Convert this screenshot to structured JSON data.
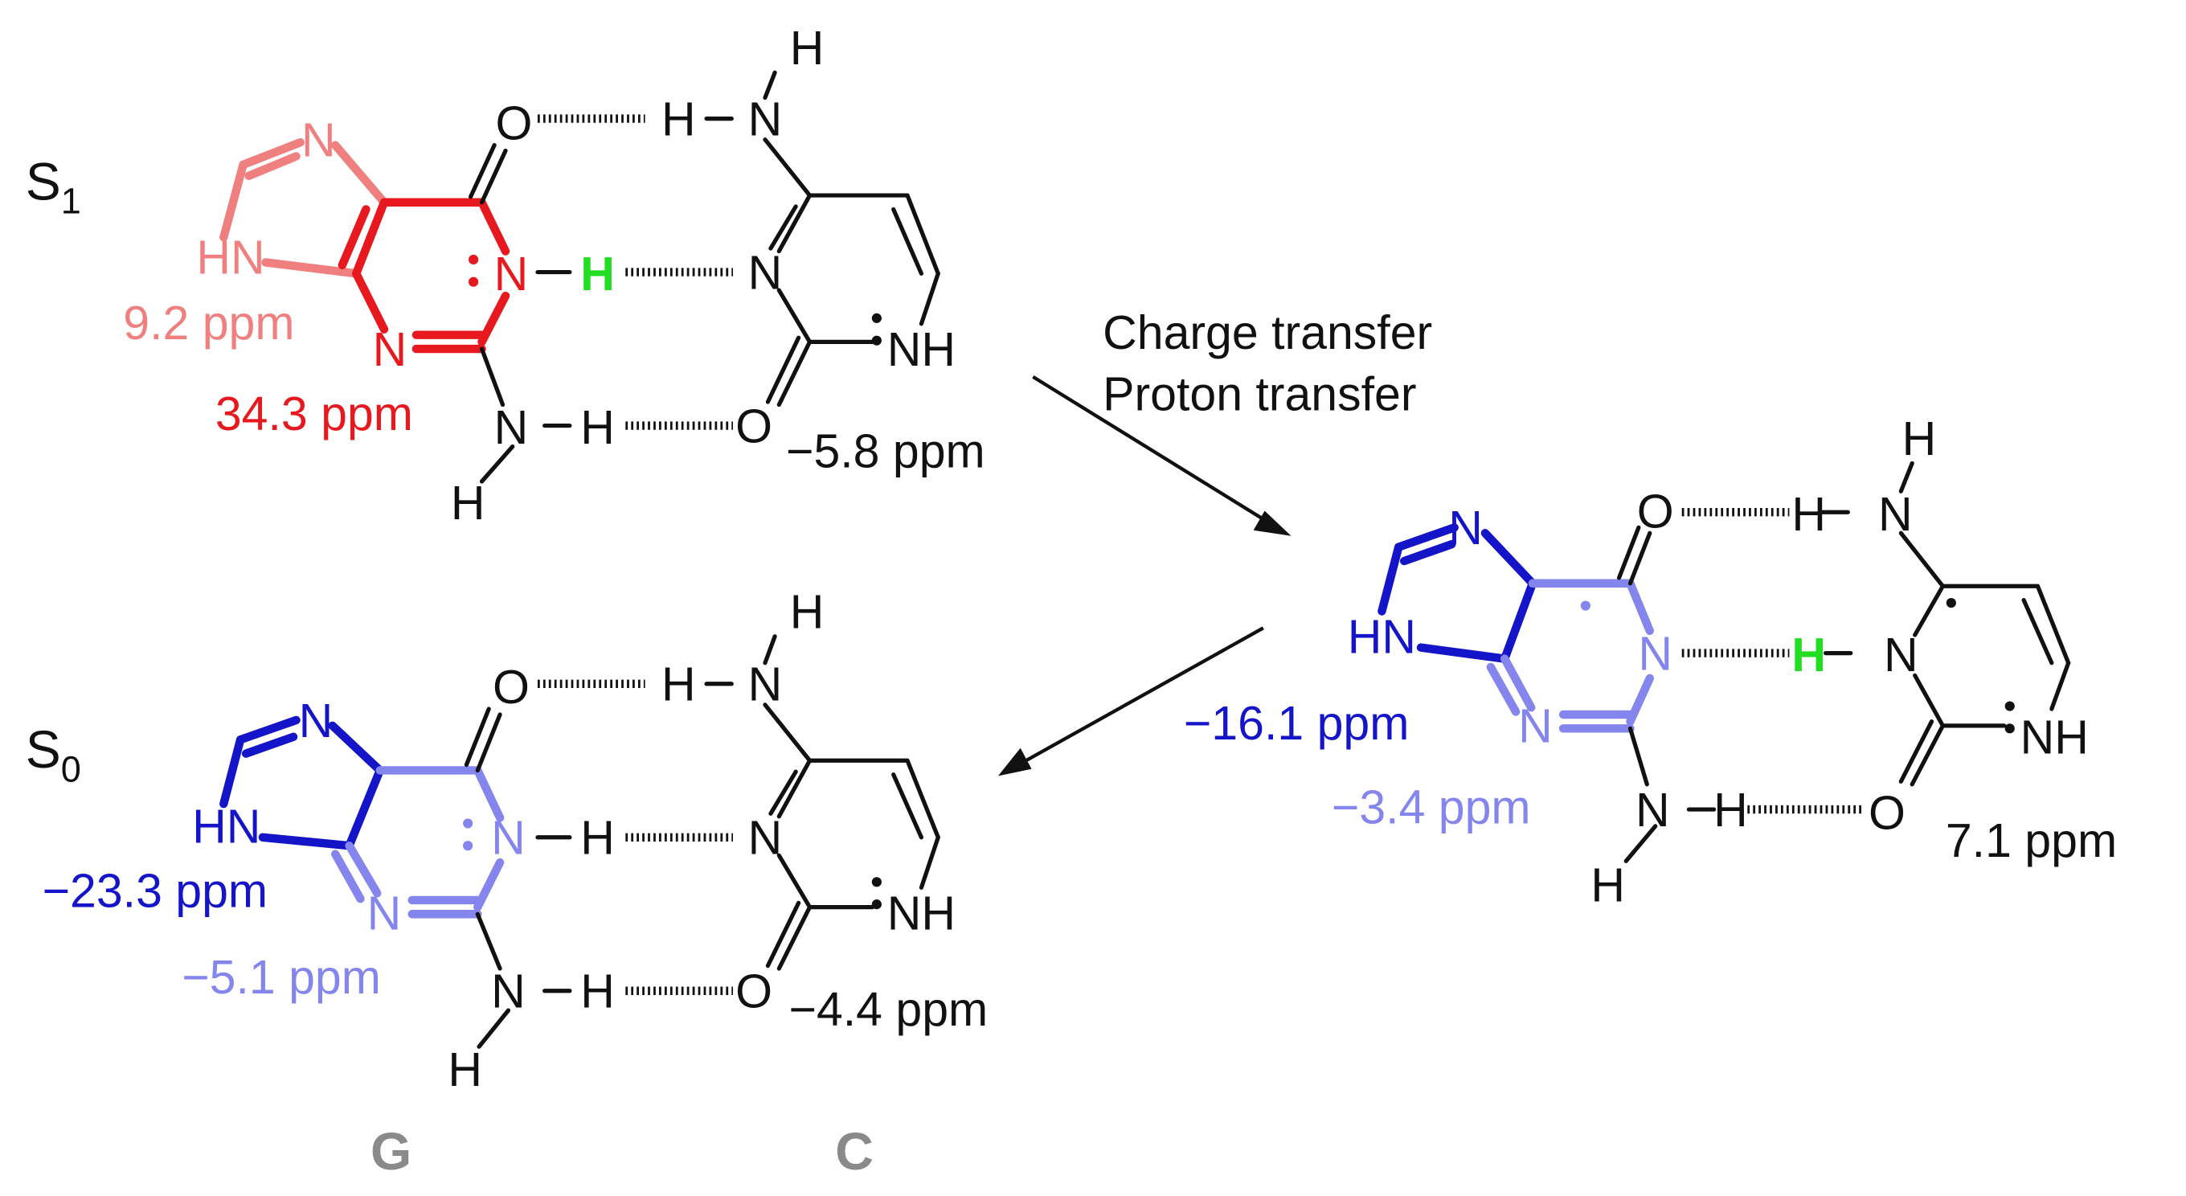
{
  "colors": {
    "black": "#111111",
    "red": "#e8191e",
    "pink": "#f08080",
    "blue": "#1414c8",
    "light_blue": "#8585ee",
    "green": "#22dd22",
    "gray": "#8a8a8a"
  },
  "state_labels": {
    "s1_main": "S",
    "s1_sub": "1",
    "s0_main": "S",
    "s0_sub": "0"
  },
  "process": {
    "line1": "Charge transfer",
    "line2": "Proton transfer"
  },
  "base_labels": {
    "guanine": "G",
    "cytosine": "C"
  },
  "atoms": {
    "N": "N",
    "O": "O",
    "H": "H",
    "HN": "HN",
    "NH": "NH"
  },
  "shifts": {
    "s1": {
      "n9": "9.2 ppm",
      "n3": "34.3 ppm",
      "o2": "−5.8 ppm"
    },
    "intermediate": {
      "n9": "−16.1 ppm",
      "n3": "−3.4 ppm",
      "o2": "7.1 ppm"
    },
    "s0": {
      "n9": "−23.3 ppm",
      "n3": "−5.1 ppm",
      "o2": "−4.4 ppm"
    }
  }
}
